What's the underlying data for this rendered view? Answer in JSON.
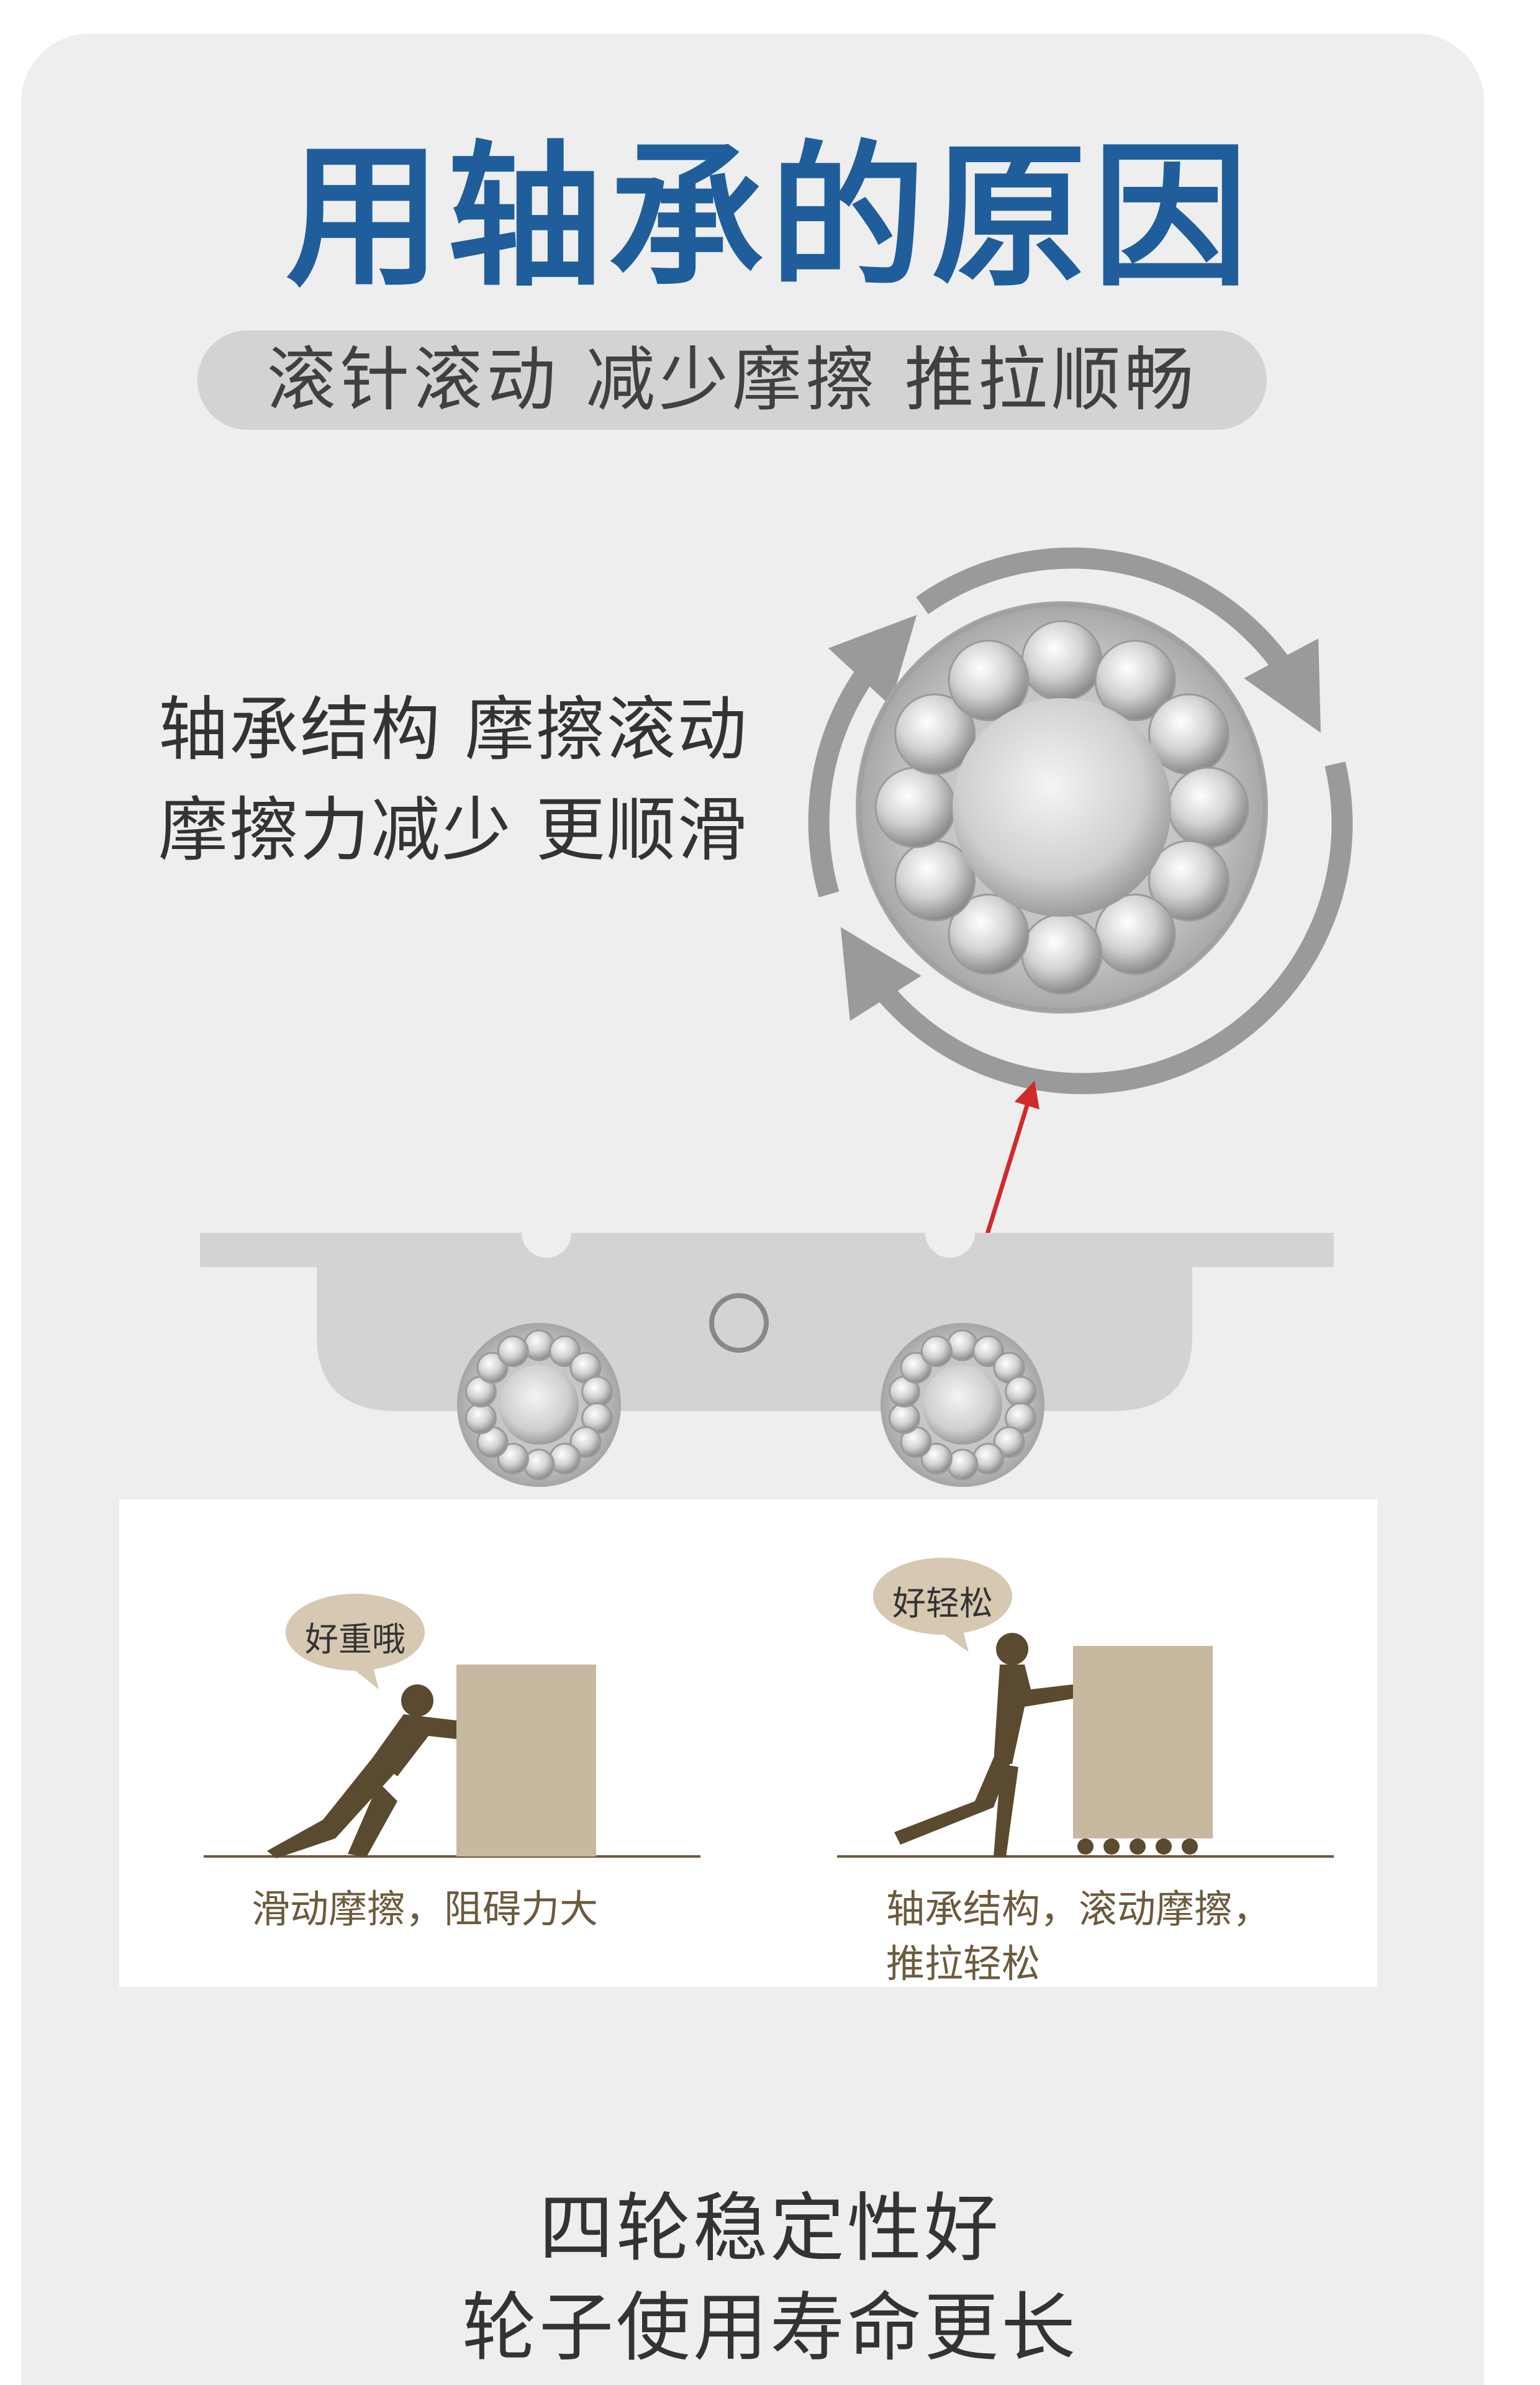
{
  "title": "用轴承的原因",
  "subtitle": "滚针滚动 减少摩擦 推拉顺畅",
  "description": {
    "line1": "轴承结构 摩擦滚动",
    "line2": "摩擦力减少 更顺滑"
  },
  "comparison": {
    "left": {
      "bubble": "好重哦",
      "caption": "滑动摩擦，阻碍力大"
    },
    "right": {
      "bubble": "好轻松",
      "caption_line1": "轴承结构，滚动摩擦，",
      "caption_line2": "推拉轻松"
    }
  },
  "bottom": {
    "line1": "四轮稳定性好",
    "line2": "轮子使用寿命更长"
  },
  "colors": {
    "title": "#1f5e9a",
    "background": "#eeeeee",
    "arrow_red": "#d12a2a",
    "figure": "#5a4a30",
    "box": "#c7b8a0"
  },
  "icons": [
    "rotation-arrow-icon",
    "bearing-icon",
    "pushing-person-icon"
  ]
}
